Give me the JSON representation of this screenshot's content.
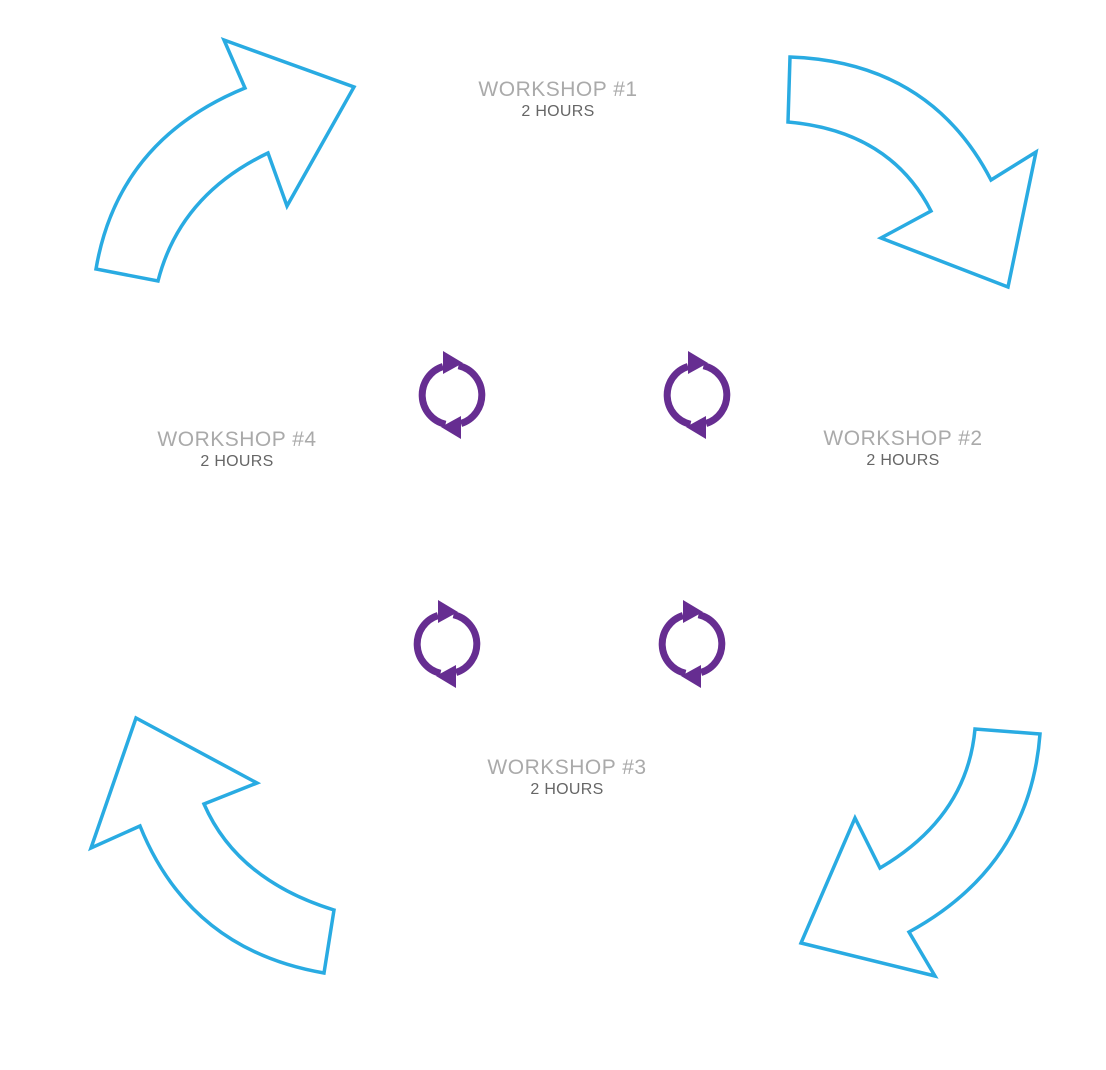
{
  "colors": {
    "arrow_stroke": "#29abe2",
    "cycle_icon": "#662d91",
    "title_text": "#aaaaaa",
    "sub_text": "#666666",
    "background": "#ffffff"
  },
  "workshops": [
    {
      "title": "WORKSHOP #1",
      "duration": "2 HOURS"
    },
    {
      "title": "WORKSHOP #2",
      "duration": "2 HOURS"
    },
    {
      "title": "WORKSHOP #3",
      "duration": "2 HOURS"
    },
    {
      "title": "WORKSHOP #4",
      "duration": "2 HOURS"
    }
  ],
  "icons": {
    "cycle_arrows": "refresh-cycle-icon",
    "big_arrows": "curved-arrow-outline-icon"
  }
}
